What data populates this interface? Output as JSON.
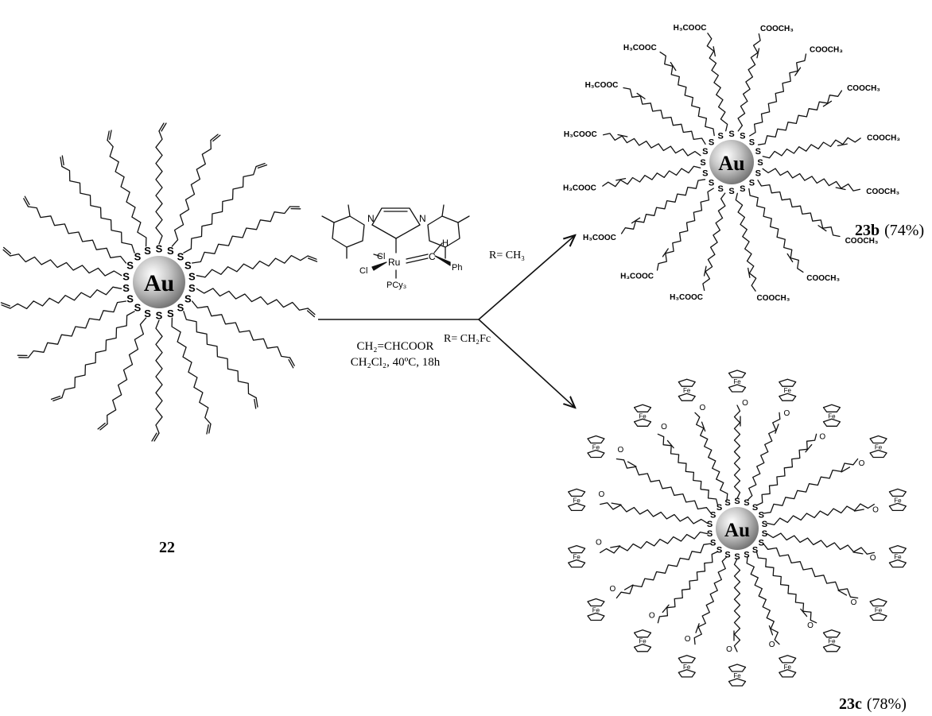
{
  "core_label": "Au",
  "sulfur_label": "S",
  "compound_22": "22",
  "reagent_line1": "CH₂=CHCOOR",
  "reagent_line2": "CH₂Cl₂, 40ºC, 18h",
  "r_upper": "R= CH₃",
  "r_lower": "R= CH₂Fc",
  "product_b": {
    "id": "23b",
    "yield": "(74%)",
    "end_right": "COOCH₃",
    "end_left": "H₃COOC"
  },
  "product_c": {
    "id": "23c",
    "yield": "(78%)",
    "fe": "Fe",
    "ester_o": "O"
  },
  "catalyst": {
    "n": "N",
    "cl": "Cl",
    "ru": "Ru",
    "c": "C",
    "h": "H",
    "ph": "Ph",
    "pcy3": "PCy₃"
  }
}
